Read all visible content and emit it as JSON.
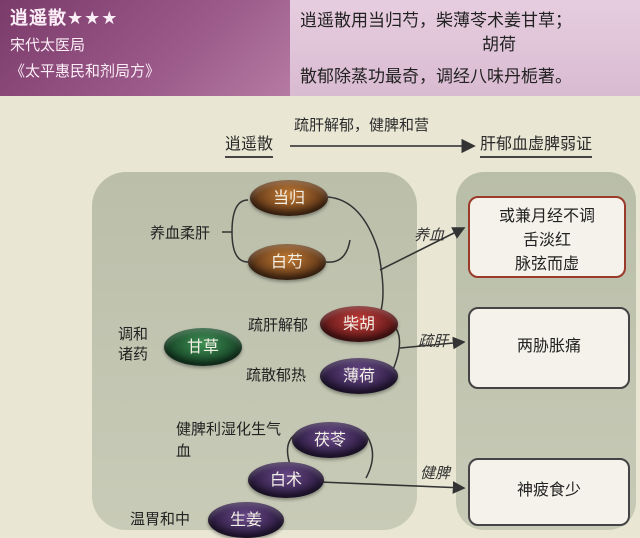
{
  "header": {
    "title": "逍遥散★★★",
    "source1": "宋代太医局",
    "source2": "《太平惠民和剂局方》",
    "verse1a": "逍遥散用当归芍，柴薄苓术姜甘草；",
    "verse1b": "胡荷",
    "verse2": "散郁除蒸功最奇，调经八味丹栀著。"
  },
  "flow": {
    "formula": "逍遥散",
    "action": "疏肝解郁，健脾和营",
    "syndrome": "肝郁血虚脾弱证"
  },
  "herbs": {
    "danggui": "当归",
    "baishao": "白芍",
    "chaihu": "柴胡",
    "bohe": "薄荷",
    "gancao": "甘草",
    "fuling": "茯苓",
    "baizhu": "白术",
    "shengjiang": "生姜"
  },
  "functions": {
    "yangxue": "养血柔肝",
    "shugan": "疏肝解郁",
    "shusan": "疏散郁热",
    "tiaohe": "调和诸药",
    "jianpi": "健脾利湿化生气血",
    "wenwei": "温胃和中"
  },
  "arrows": {
    "yangxue": "养血",
    "shugan": "疏肝",
    "jianpi": "健脾"
  },
  "results": {
    "r1": [
      "或兼月经不调",
      "舌淡红",
      "脉弦而虚"
    ],
    "r2": "两胁胀痛",
    "r3": "神疲食少"
  }
}
